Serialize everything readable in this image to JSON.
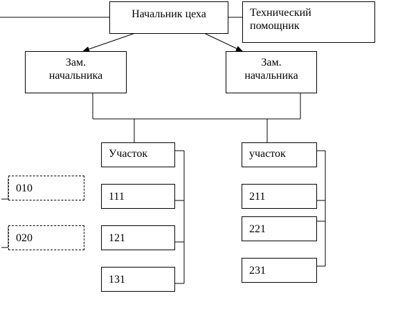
{
  "diagram": {
    "head": "Начальник цеха",
    "assistant": [
      "Технический",
      "помощник"
    ],
    "deputy_left": [
      "Зам.",
      "начальника"
    ],
    "deputy_right": [
      "Зам.",
      "начальника"
    ],
    "section_left": {
      "title": "Участок",
      "units": [
        "111",
        "121",
        "131"
      ]
    },
    "section_right": {
      "title": "участок",
      "units": [
        "211",
        "221",
        "231"
      ]
    },
    "external_units": [
      "010",
      "020"
    ]
  }
}
